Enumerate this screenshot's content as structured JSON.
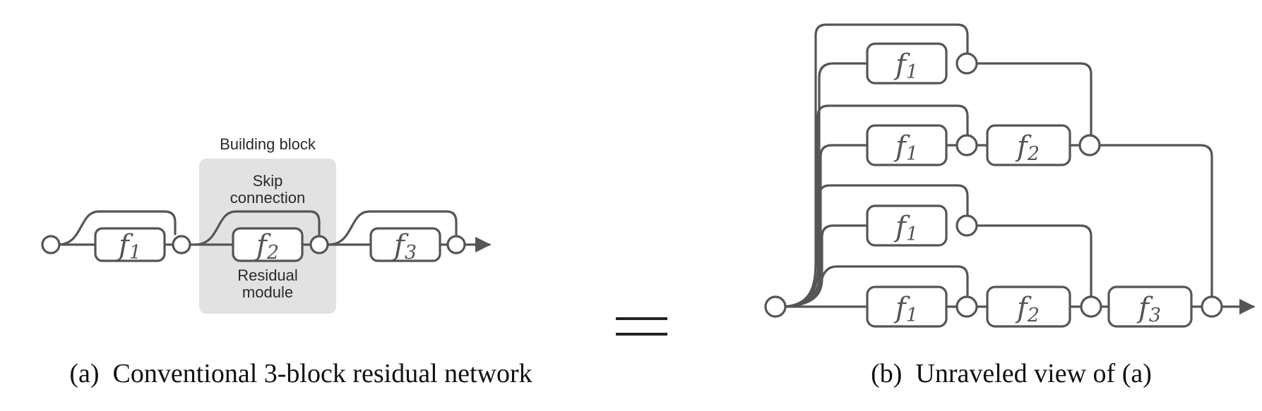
{
  "colors": {
    "line": "#555555",
    "block_bg": "#e2e2e2",
    "text": "#111111"
  },
  "left": {
    "block_title": "Building block",
    "skip_label_1": "Skip",
    "skip_label_2": "connection",
    "residual_label_1": "Residual",
    "residual_label_2": "module",
    "modules": [
      {
        "name": "f",
        "sub": "1"
      },
      {
        "name": "f",
        "sub": "2"
      },
      {
        "name": "f",
        "sub": "3"
      }
    ],
    "caption": "(a)  Conventional 3-block residual network"
  },
  "equals": "=",
  "right": {
    "rows": [
      [
        {
          "name": "f",
          "sub": "1"
        }
      ],
      [
        {
          "name": "f",
          "sub": "1"
        },
        {
          "name": "f",
          "sub": "2"
        }
      ],
      [
        {
          "name": "f",
          "sub": "1"
        }
      ],
      [
        {
          "name": "f",
          "sub": "1"
        },
        {
          "name": "f",
          "sub": "2"
        },
        {
          "name": "f",
          "sub": "3"
        }
      ]
    ],
    "caption": "(b)  Unraveled view of (a)"
  }
}
